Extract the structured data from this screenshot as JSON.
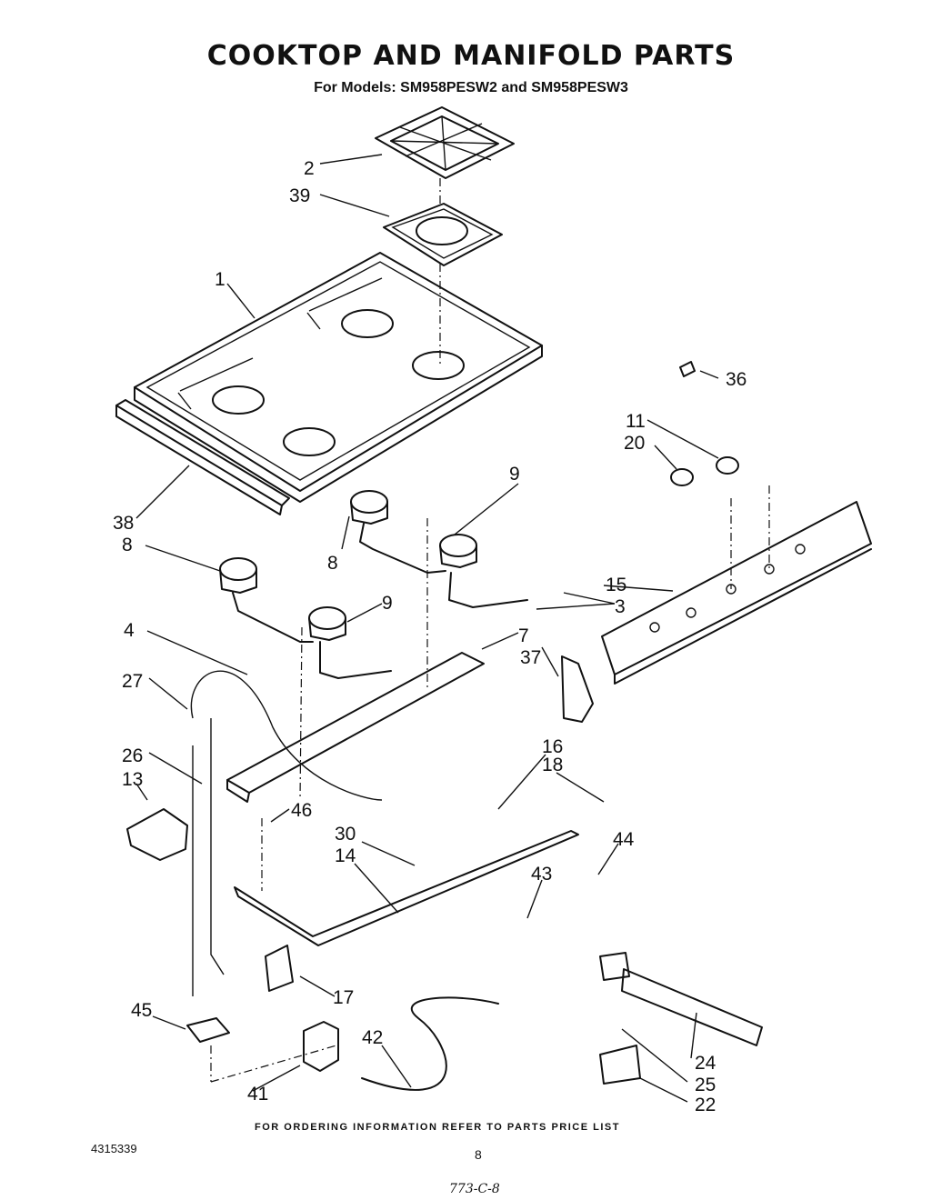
{
  "title": "COOKTOP AND MANIFOLD PARTS",
  "subtitle": "For Models: SM958PESW2 and SM958PESW3",
  "footer_note": "FOR ORDERING INFORMATION REFER TO PARTS PRICE LIST",
  "document_number": "4315339",
  "page_number": "8",
  "handwritten_code": "773-C-8",
  "callouts": [
    "2",
    "39",
    "1",
    "36",
    "11",
    "20",
    "38",
    "9",
    "8",
    "15",
    "3",
    "8",
    "9",
    "4",
    "7",
    "37",
    "27",
    "16",
    "18",
    "26",
    "13",
    "46",
    "30",
    "44",
    "14",
    "43",
    "17",
    "45",
    "42",
    "24",
    "41",
    "25",
    "22"
  ]
}
